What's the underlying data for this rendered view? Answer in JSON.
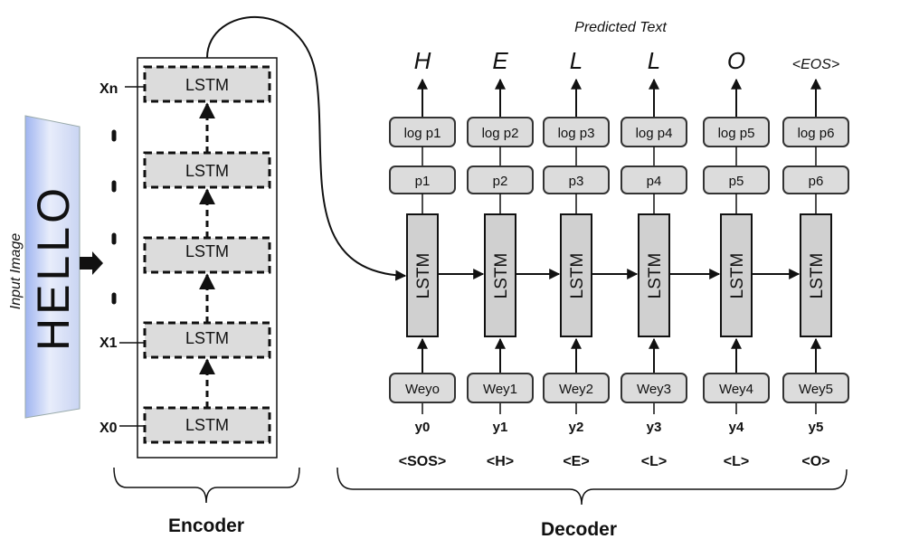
{
  "input_label": "Input Image",
  "input_word": "HELLO",
  "predicted_label": "Predicted Text",
  "encoder": {
    "label": "Encoder",
    "cell_label": "LSTM",
    "cells": [
      "LSTM",
      "LSTM",
      "LSTM",
      "LSTM",
      "LSTM"
    ],
    "inputs": {
      "top": "Xn",
      "second": "X1",
      "bottom": "X0"
    }
  },
  "decoder": {
    "label": "Decoder",
    "cell_label": "LSTM",
    "outputs": [
      "H",
      "E",
      "L",
      "L",
      "O",
      "<EOS>"
    ],
    "logs": [
      "log p1",
      "log p2",
      "log p3",
      "log p4",
      "log p5",
      "log p6"
    ],
    "probs": [
      "p1",
      "p2",
      "p3",
      "p4",
      "p5",
      "p6"
    ],
    "embeds": [
      "Weyo",
      "Wey1",
      "Wey2",
      "Wey3",
      "Wey4",
      "Wey5"
    ],
    "ys": [
      "y0",
      "y1",
      "y2",
      "y3",
      "y4",
      "y5"
    ],
    "tokens": [
      "<SOS>",
      "<H>",
      "<E>",
      "<L>",
      "<L>",
      "<O>"
    ]
  }
}
